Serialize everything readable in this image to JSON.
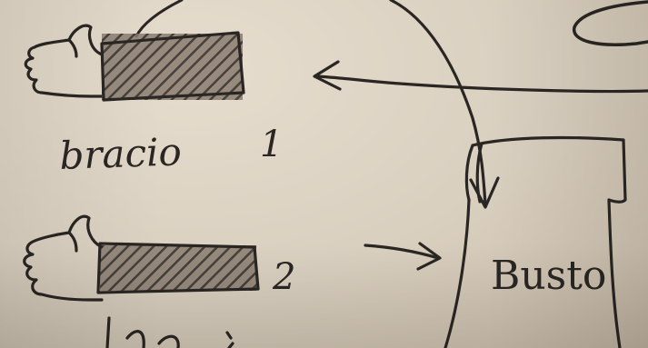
{
  "labels": {
    "arm_1_caption": "bracio",
    "arm_1_number": "1",
    "arm_2_number": "2",
    "torso_label": "Busto"
  },
  "colors": {
    "paper": "#d8cfbf",
    "ink": "#2a2623"
  }
}
